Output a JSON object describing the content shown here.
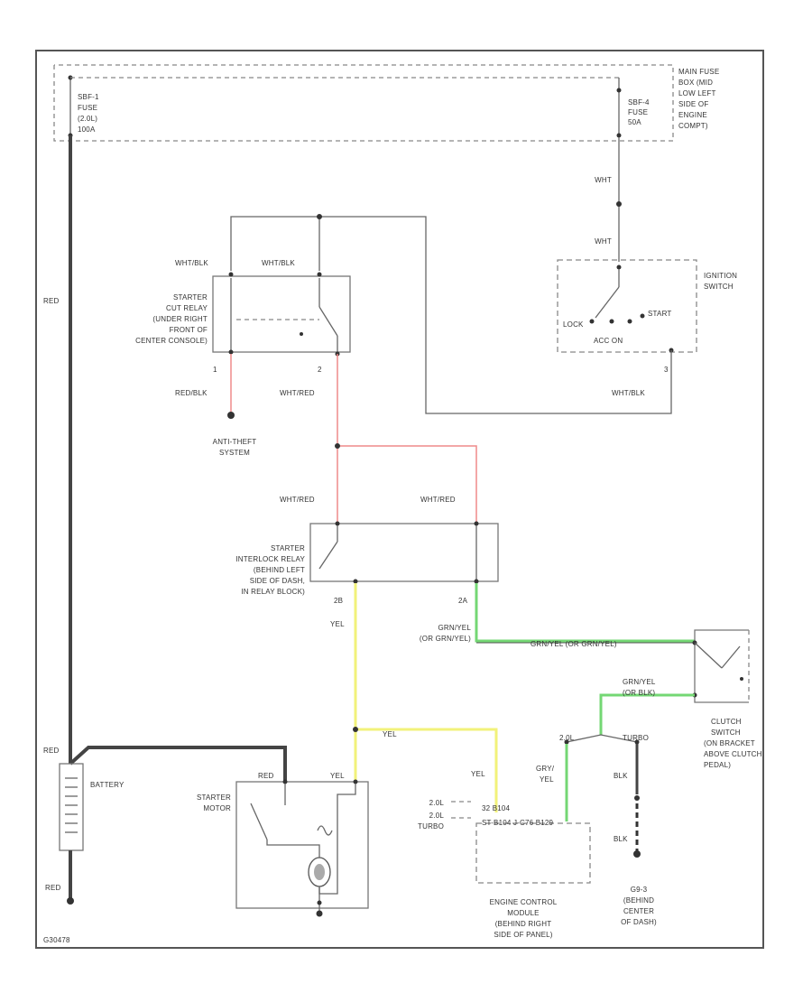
{
  "colors": {
    "wire": "#666666",
    "wire_red": "#ef8a8a",
    "wire_yellow": "#f2f27a",
    "wire_green": "#74d774",
    "frame": "#555555"
  },
  "labels": {
    "fuse_left": [
      "SBF-1",
      "FUSE",
      "(2.0L)",
      "100A"
    ],
    "fuse_right": [
      "SBF-4",
      "FUSE",
      "50A"
    ],
    "main_fuse": [
      "MAIN FUSE",
      "BOX (MID",
      "LOW LEFT",
      "SIDE OF",
      "ENGINE",
      "COMPT)"
    ],
    "wht_top": "WHT",
    "wht_mid": "WHT",
    "ignition_switch": [
      "IGNITION",
      "SWITCH"
    ],
    "lock": "LOCK",
    "acc_on": "ACC   ON",
    "start": "START",
    "wht_blk_right": "WHT/BLK",
    "wht_blk_relay_1": "WHT/BLK",
    "wht_blk_relay_2": "WHT/BLK",
    "starter_cut_relay": [
      "STARTER",
      "CUT RELAY",
      "(UNDER RIGHT",
      "FRONT OF",
      "CENTER CONSOLE)"
    ],
    "pin_1": "1",
    "pin_2": "2",
    "pin_3": "3",
    "red_blk": "RED/BLK",
    "wht_red_1": "WHT/RED",
    "anti_theft": [
      "ANTI-THEFT",
      "SYSTEM"
    ],
    "wht_red_2": "WHT/RED",
    "wht_red_3": "WHT/RED",
    "interlock_relay": [
      "STARTER",
      "INTERLOCK RELAY",
      "(BEHIND LEFT",
      "SIDE OF DASH,",
      "IN RELAY BLOCK)"
    ],
    "pin_2b_left": "2B",
    "pin_2a_right": "2A",
    "yel_1": "YEL",
    "grn_yel": [
      "GRN/YEL",
      "(OR GRN/YEL)"
    ],
    "grn_yel_wire": "GRN/YEL   (OR GRN/YEL)",
    "grn_yel_2": [
      "GRN/YEL",
      "(OR BLK)"
    ],
    "clutch_switch": [
      "CLUTCH",
      "SWITCH",
      "(ON BRACKET",
      "ABOVE CLUTCH",
      "PEDAL)"
    ],
    "yel_2": "YEL",
    "red_batt": "RED",
    "battery": "BATTERY",
    "starter_motor": [
      "STARTER",
      "MOTOR"
    ],
    "red_motor": "RED",
    "yel_motor": "YEL",
    "yel_3": "YEL",
    "gry_yel": [
      "GRY/",
      "YEL"
    ],
    "l_2s": "2.0L",
    "l_turbo": "TURBO",
    "blk_1": "BLK",
    "blk_2": "BLK",
    "ecm_pins": [
      "2.0L",
      "2.0L",
      "TURBO"
    ],
    "ecm_pin_text": [
      "32  B104",
      "ST-B104    J-C76  B129"
    ],
    "ecm": [
      "ENGINE CONTROL",
      "MODULE",
      "(BEHIND RIGHT",
      "SIDE OF PANEL)"
    ],
    "ground": [
      "G9-3",
      "(BEHIND",
      "CENTER",
      "OF DASH)"
    ],
    "red_low": "RED",
    "red_left": "RED",
    "fig_id": "G30478"
  }
}
